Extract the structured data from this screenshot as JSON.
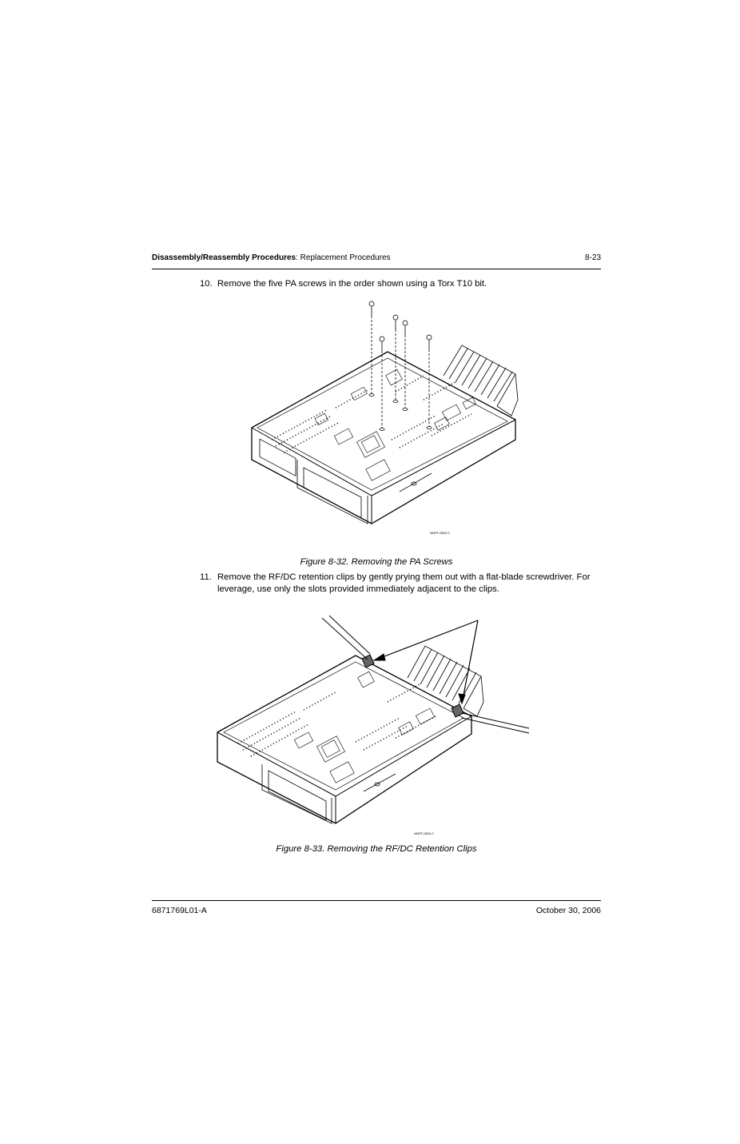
{
  "header": {
    "section_bold": "Disassembly/Reassembly Procedures",
    "section_rest": ": Replacement Procedures",
    "page_number": "8-23"
  },
  "steps": [
    {
      "number": "10.",
      "text": "Remove the five PA screws in the order shown using a Torx T10 bit."
    },
    {
      "number": "11.",
      "text": "Remove the RF/DC retention clips by gently prying them out with a flat-blade screwdriver. For leverage, use only the slots provided immediately adjacent to the clips."
    }
  ],
  "figures": [
    {
      "caption": "Figure 8-32.  Removing the PA Screws",
      "art_id": "MAEPF-28225-O",
      "icon": "radio-chassis-screws-illustration"
    },
    {
      "caption": "Figure 8-33.  Removing the RF/DC Retention Clips",
      "art_id": "MAEPF-28226-O",
      "icon": "radio-chassis-clips-illustration"
    }
  ],
  "footer": {
    "doc_number": "6871769L01-A",
    "date": "October 30, 2006"
  }
}
